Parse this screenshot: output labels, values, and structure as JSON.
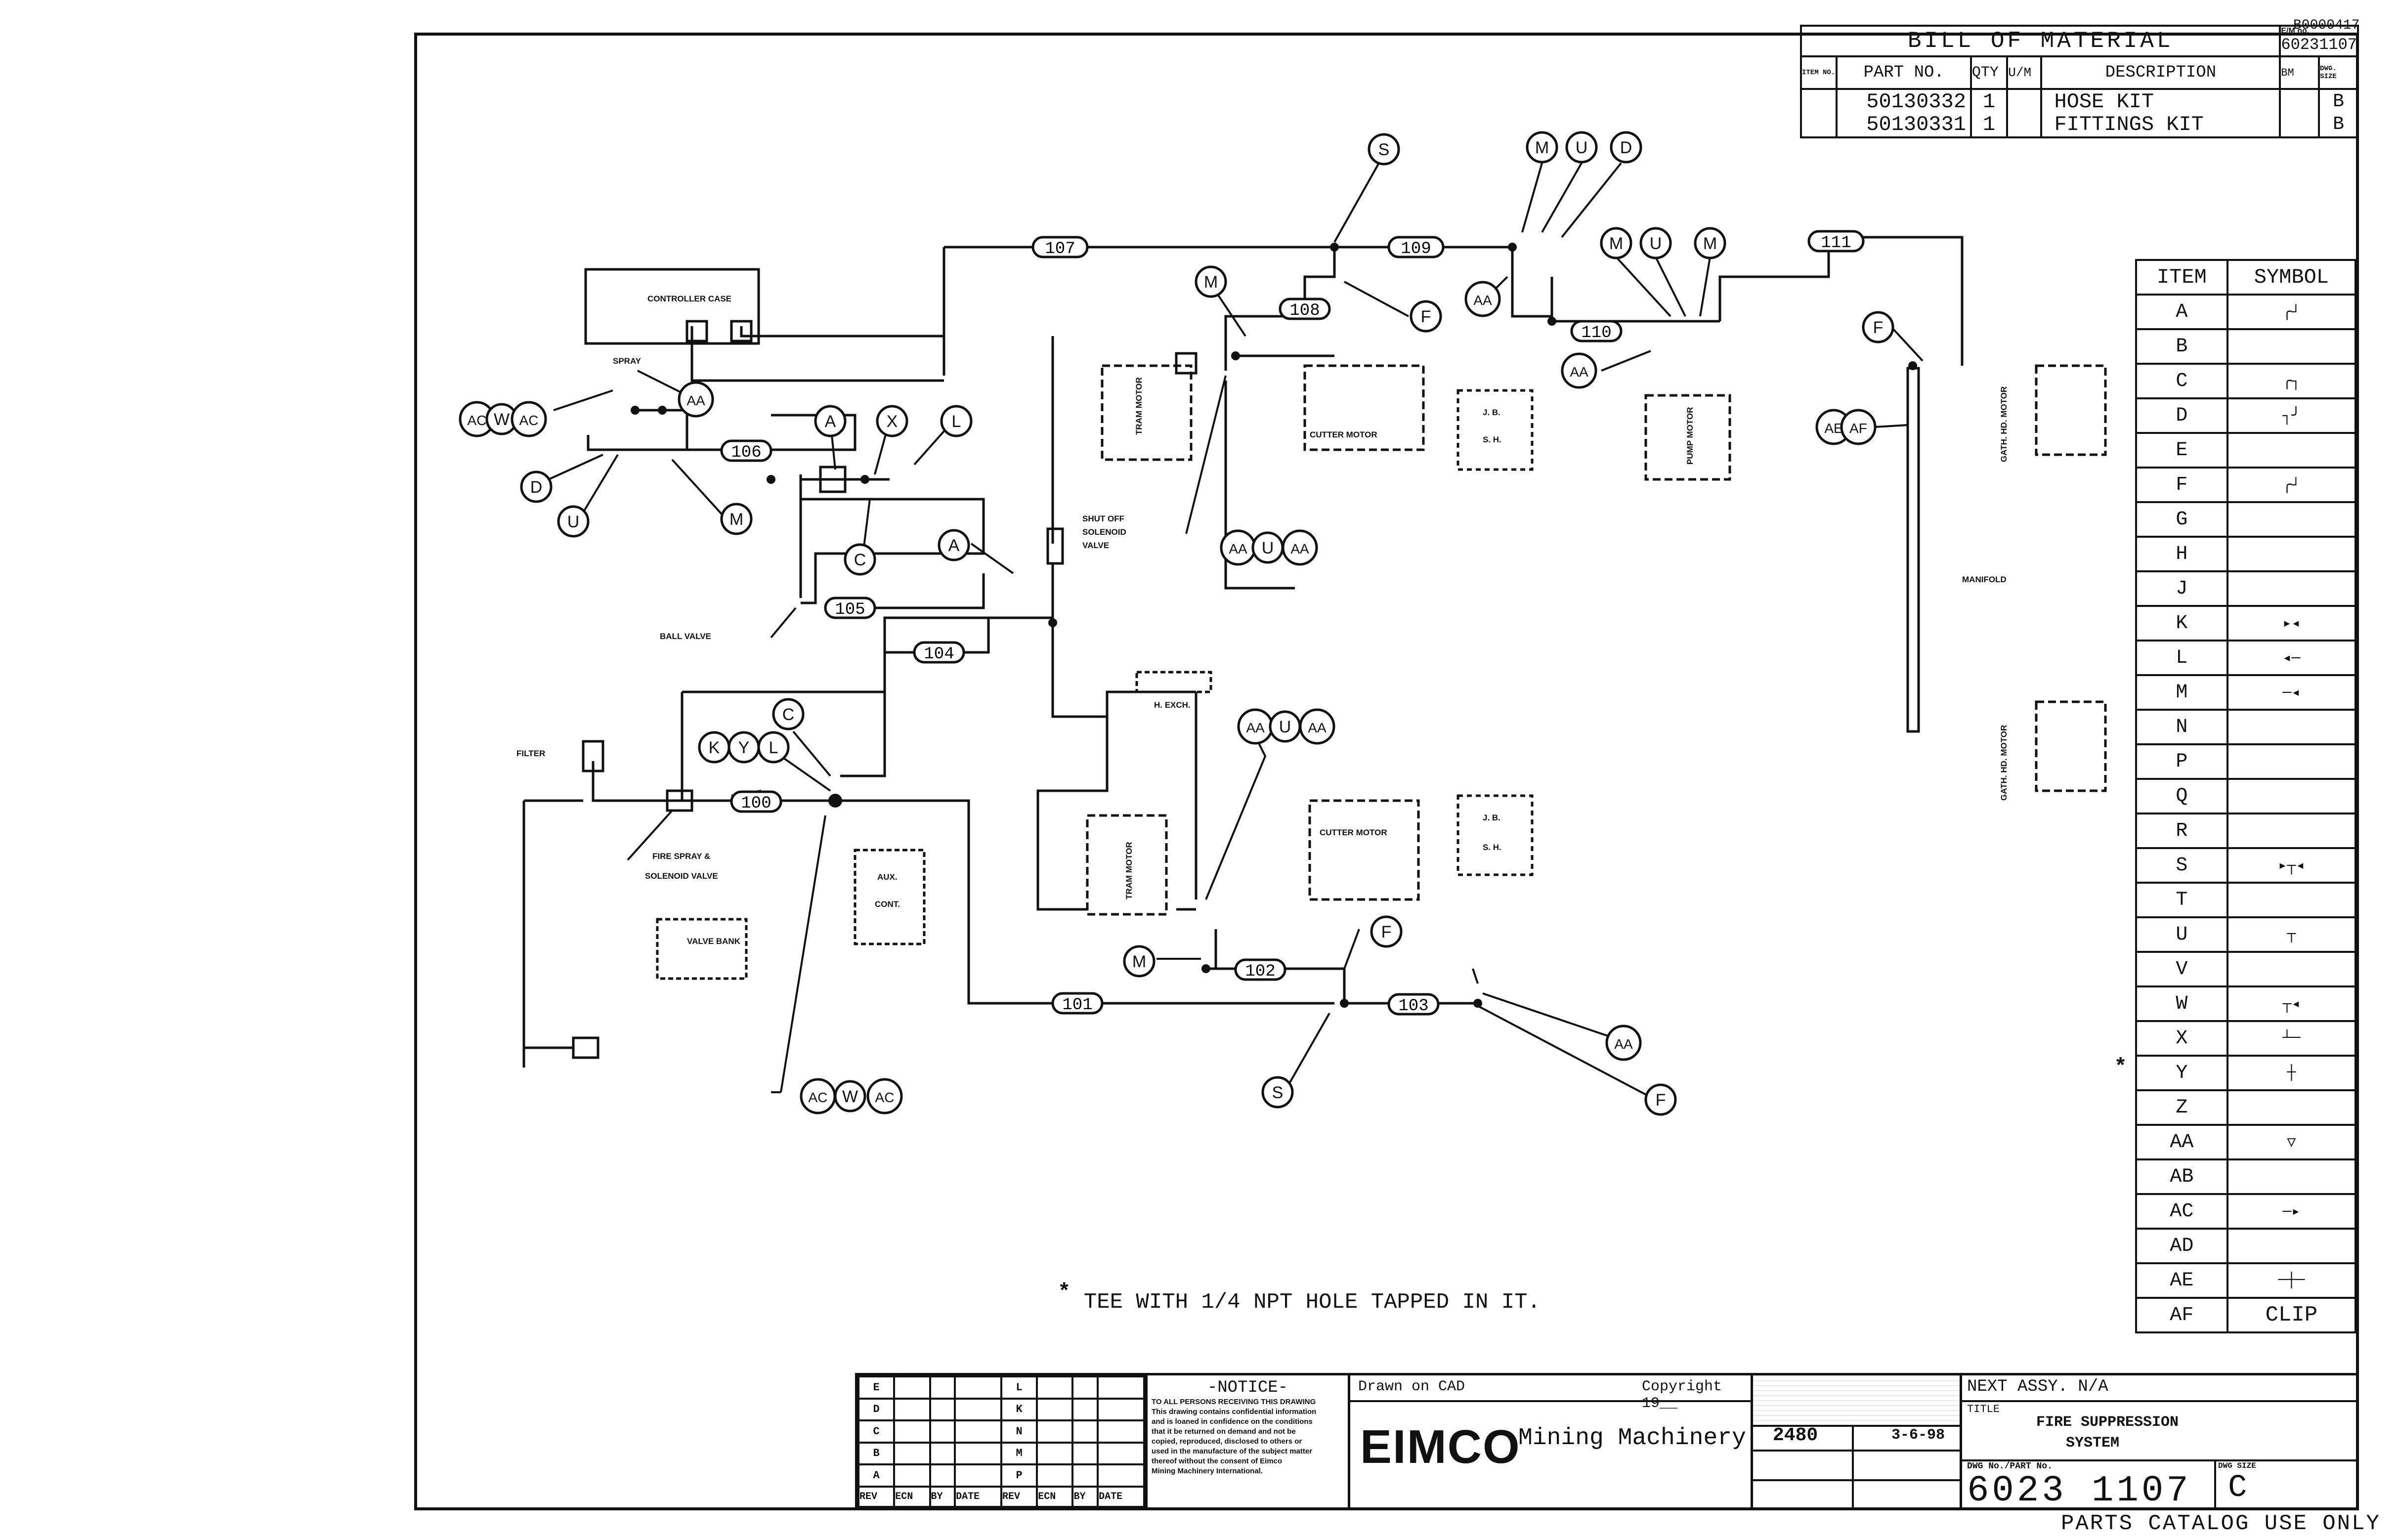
{
  "corner_id": "B0000417",
  "bom": {
    "title": "BILL OF MATERIAL",
    "em_label": "E/M no.",
    "em_no": "60231107",
    "headers": {
      "item": "ITEM NO.",
      "part_no": "PART NO.",
      "qty": "QTY",
      "um": "U/M",
      "description": "DESCRIPTION",
      "bm": "BM",
      "dwg_size": "DWG. SIZE"
    },
    "rows": [
      {
        "part_no": "50130332",
        "qty": "1",
        "description": "HOSE KIT",
        "size": "B"
      },
      {
        "part_no": "50130331",
        "qty": "1",
        "description": "FITTINGS KIT",
        "size": "B"
      }
    ]
  },
  "symbols": {
    "header_item": "ITEM",
    "header_symbol": "SYMBOL",
    "rows": [
      {
        "item": "A",
        "symbol": "╭┘"
      },
      {
        "item": "B",
        "symbol": ""
      },
      {
        "item": "C",
        "symbol": "╭┐"
      },
      {
        "item": "D",
        "symbol": "┐╯"
      },
      {
        "item": "E",
        "symbol": ""
      },
      {
        "item": "F",
        "symbol": "╭┘"
      },
      {
        "item": "G",
        "symbol": ""
      },
      {
        "item": "H",
        "symbol": ""
      },
      {
        "item": "J",
        "symbol": ""
      },
      {
        "item": "K",
        "symbol": "▸◂"
      },
      {
        "item": "L",
        "symbol": "◂─"
      },
      {
        "item": "M",
        "symbol": "─◂"
      },
      {
        "item": "N",
        "symbol": ""
      },
      {
        "item": "P",
        "symbol": ""
      },
      {
        "item": "Q",
        "symbol": ""
      },
      {
        "item": "R",
        "symbol": ""
      },
      {
        "item": "S",
        "symbol": "▸┬◂"
      },
      {
        "item": "T",
        "symbol": ""
      },
      {
        "item": "U",
        "symbol": "┬"
      },
      {
        "item": "V",
        "symbol": ""
      },
      {
        "item": "W",
        "symbol": "┬◂"
      },
      {
        "item": "X",
        "symbol": "┴─"
      },
      {
        "item": "Y",
        "symbol": "┼"
      },
      {
        "item": "Z",
        "symbol": ""
      },
      {
        "item": "AA",
        "symbol": "▽"
      },
      {
        "item": "AB",
        "symbol": ""
      },
      {
        "item": "AC",
        "symbol": "─▸"
      },
      {
        "item": "AD",
        "symbol": ""
      },
      {
        "item": "AE",
        "symbol": "─┼─"
      },
      {
        "item": "AF",
        "symbol": "CLIP"
      }
    ]
  },
  "y_marker": "*",
  "hoses": [
    "100",
    "101",
    "102",
    "103",
    "104",
    "105",
    "106",
    "107",
    "108",
    "109",
    "110",
    "111"
  ],
  "callouts": {
    "s_top": "S",
    "m_top": "M",
    "u_top": "U",
    "d_top": "D",
    "m2": "M",
    "u2": "U",
    "m3": "M",
    "m_left": "M",
    "f_108": "F",
    "aa_mid": "AA",
    "aa_110": "AA",
    "f_right": "F",
    "ae": "AE",
    "af": "AF",
    "ac1": "AC",
    "w1": "W",
    "ac2": "AC",
    "aa_spray": "AA",
    "a1": "A",
    "x1": "X",
    "l1": "L",
    "d_left": "D",
    "u_left": "U",
    "m_left2": "M",
    "c1": "C",
    "a2": "A",
    "aa1": "AA",
    "u_b": "U",
    "aa2": "AA",
    "c2": "C",
    "k": "K",
    "y": "Y",
    "l2": "L",
    "aa3": "AA",
    "u3": "U",
    "aa4": "AA",
    "f_102": "F",
    "m_102": "M",
    "aa5": "AA",
    "f_bot": "F",
    "s_bot": "S",
    "ac3": "AC",
    "w2": "W",
    "ac4": "AC"
  },
  "labels": {
    "controller_case": "CONTROLLER CASE",
    "spray": "SPRAY",
    "ball_valve": "BALL VALVE",
    "shut_off": "SHUT OFF",
    "solenoid": "SOLENOID",
    "valve": "VALVE",
    "tram_motor": "TRAM MOTOR",
    "cutter_motor": "CUTTER MOTOR",
    "jb": "J. B.",
    "sh": "S. H.",
    "pump_motor": "PUMP MOTOR",
    "gath_motor": "GATH. HD. MOTOR",
    "manifold": "MANIFOLD",
    "filter": "FILTER",
    "fire_spray": "FIRE SPRAY &",
    "solenoid_valve": "SOLENOID VALVE",
    "valve_bank": "VALVE BANK",
    "h_exch": "H. EXCH.",
    "aux": "AUX.",
    "cont": "CONT."
  },
  "tee_note": "TEE WITH 1/4 NPT HOLE TAPPED IN IT.",
  "tee_note_marker": "*",
  "revision": {
    "rows_left": [
      "E",
      "D",
      "C",
      "B",
      "A"
    ],
    "rows_right": [
      "L",
      "K",
      "N",
      "M",
      "P"
    ],
    "cols": [
      "REV",
      "ECN",
      "BY",
      "DATE",
      "REV",
      "ECN",
      "BY",
      "DATE"
    ]
  },
  "notice": {
    "title": "-NOTICE-",
    "lines": [
      "TO ALL PERSONS RECEIVING THIS DRAWING",
      "This drawing contains confidential information",
      "and is loaned in confidence on the conditions",
      "that it be returned on demand and not be",
      "copied, reproduced, disclosed to others or",
      "used in the manufacture of the subject matter",
      "thereof without the consent of Eimco",
      "Mining Machinery International."
    ]
  },
  "title_block": {
    "drawn": "Drawn on CAD",
    "copyright": "Copyright 19__",
    "company": "EIMCO",
    "company_sub": "Mining Machinery",
    "model": "2480",
    "date": "3-6-98",
    "next_assy": "NEXT ASSY. N/A",
    "title_label": "TITLE",
    "title_line1": "FIRE SUPPRESSION",
    "title_line2": "SYSTEM",
    "dwg_label": "DWG No./PART No.",
    "dwg_no": "6023 1107",
    "size_label": "DWG SIZE",
    "size": "C",
    "footer": "PARTS CATALOG USE ONLY"
  }
}
